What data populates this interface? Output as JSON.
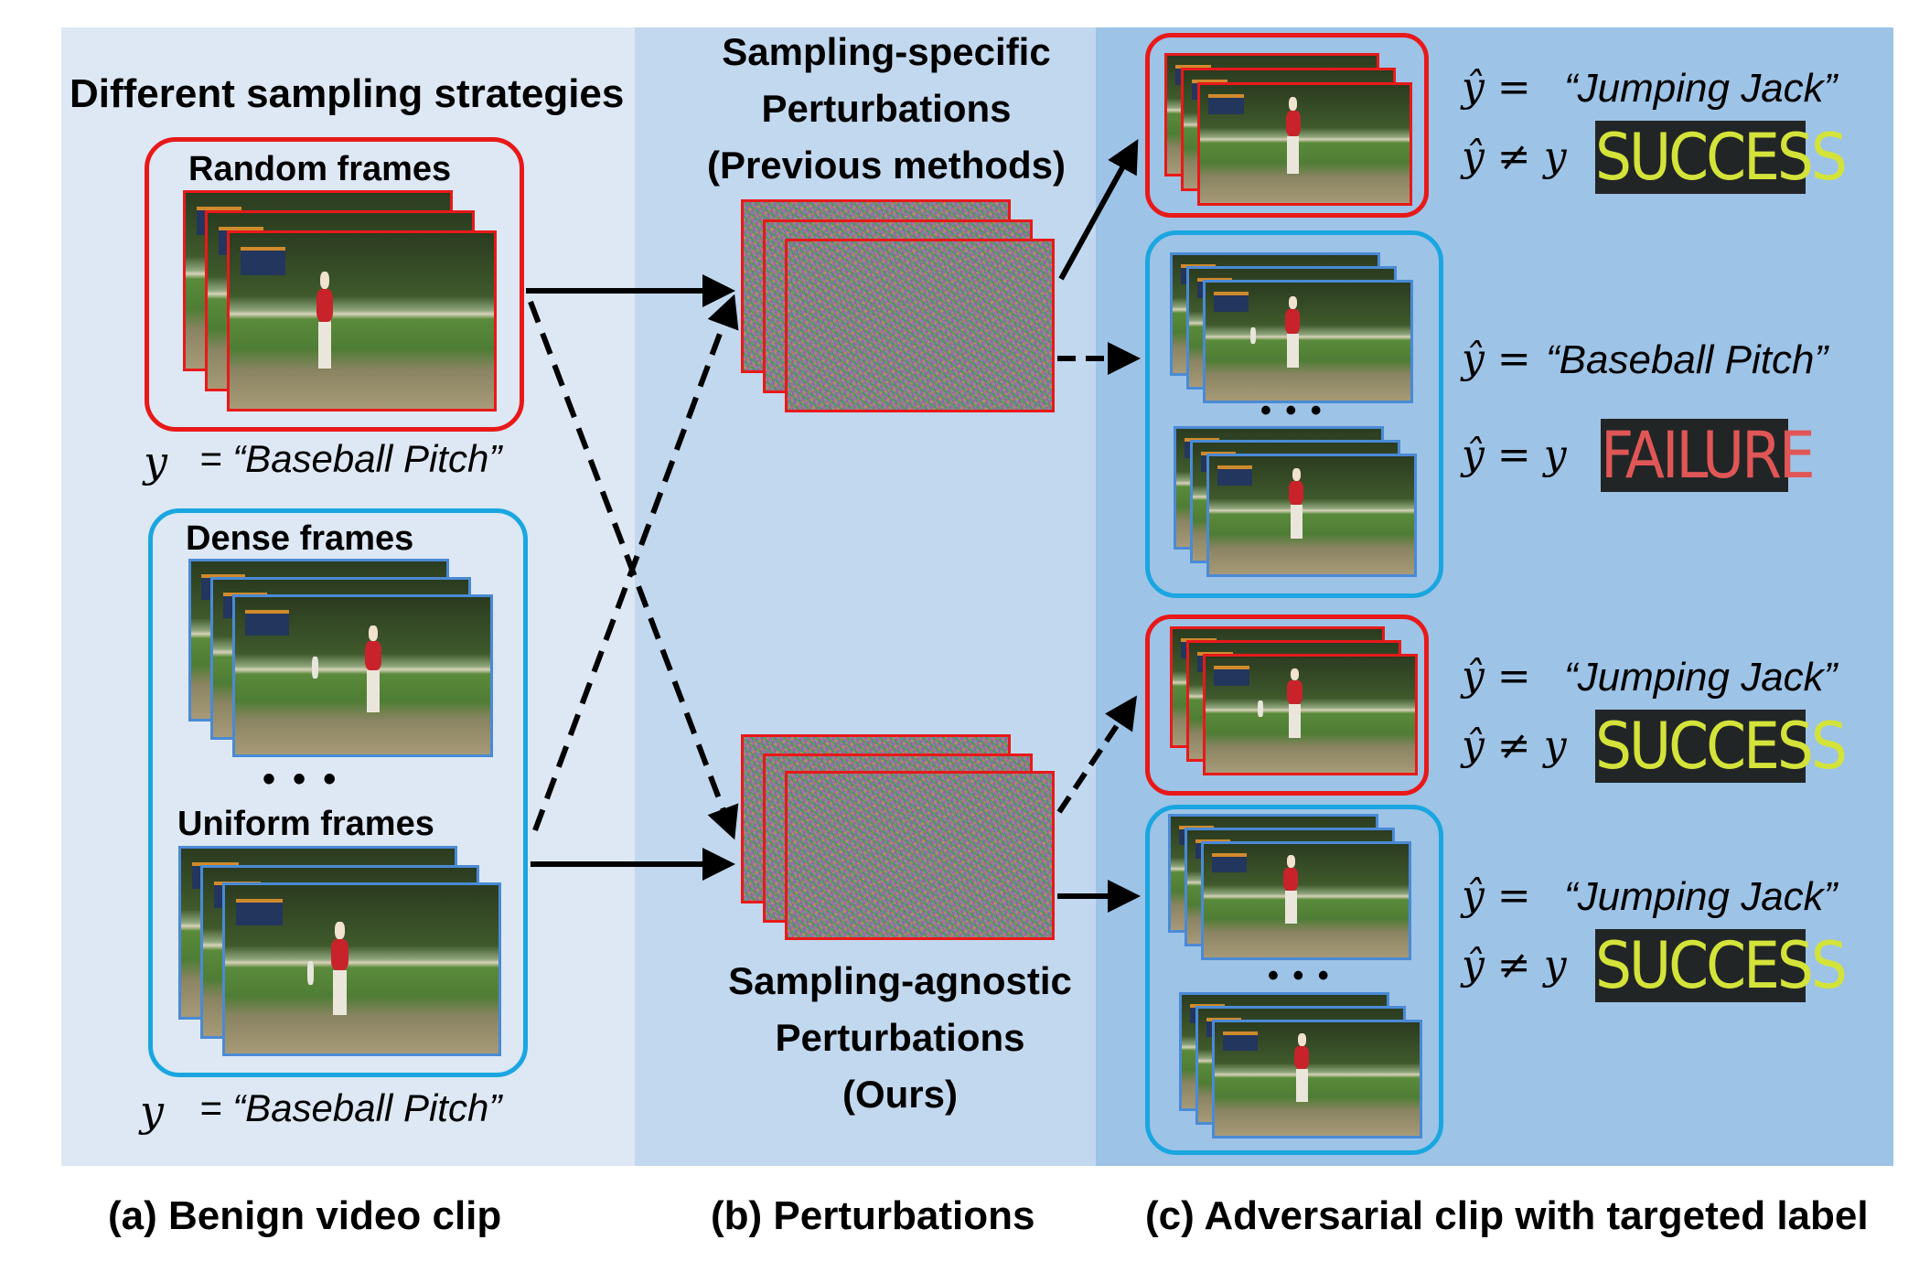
{
  "panel_a": {
    "heading": "Different sampling strategies",
    "random_label": "Random frames",
    "dense_label": "Dense frames",
    "uniform_label": "Uniform frames",
    "ellipsis": "• • •",
    "label_var": "y",
    "label_value": "= “Baseball Pitch”"
  },
  "panel_b": {
    "top_title_1": "Sampling-specific",
    "top_title_2": "Perturbations",
    "top_title_3": "(Previous methods)",
    "bottom_title_1": "Sampling-agnostic",
    "bottom_title_2": "Perturbations",
    "bottom_title_3": "(Ours)"
  },
  "panel_c": {
    "ellipsis": "• • •",
    "results": [
      {
        "line1_lhs": "ŷ =",
        "line1_rhs": "“Jumping Jack”",
        "line2": "ŷ ≠ y",
        "status": "SUCCESS"
      },
      {
        "line1_lhs": "ŷ =",
        "line1_rhs": "“Baseball Pitch”",
        "line2": "ŷ = y",
        "status": "FAILURE"
      },
      {
        "line1_lhs": "ŷ =",
        "line1_rhs": "“Jumping Jack”",
        "line2": "ŷ ≠ y",
        "status": "SUCCESS"
      },
      {
        "line1_lhs": "ŷ =",
        "line1_rhs": "“Jumping Jack”",
        "line2": "ŷ ≠ y",
        "status": "SUCCESS"
      }
    ]
  },
  "captions": {
    "a": "(a) Benign video clip",
    "b": "(b) Perturbations",
    "c": "(c) Adversarial clip with targeted label"
  },
  "colors": {
    "random_sampling": "#e81919",
    "dense_uniform_sampling": "#1aa6e0",
    "success_text": "#d4e33a",
    "failure_text": "#e05656"
  }
}
